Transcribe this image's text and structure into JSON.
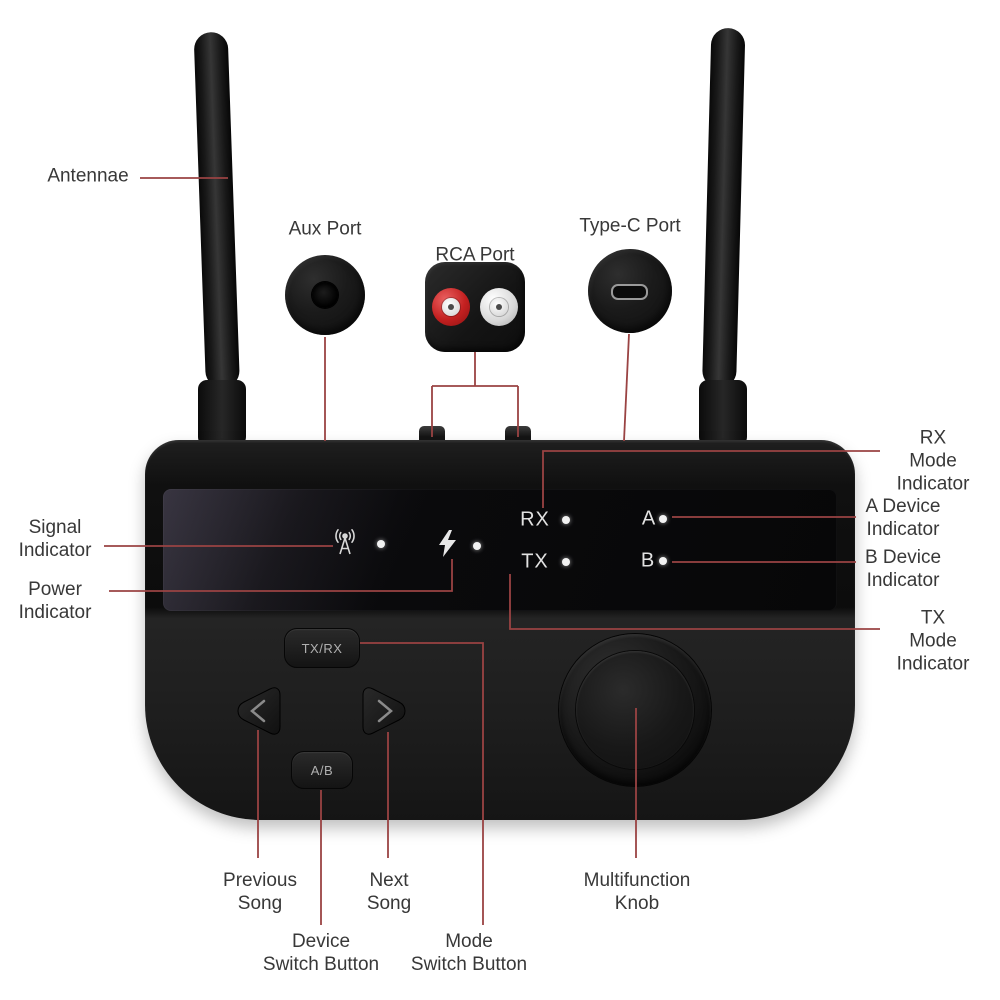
{
  "style": {
    "background_color": "#ffffff",
    "callout_line_color": "#9a4343",
    "label_text_color": "#383838",
    "device_color": "#141414",
    "led_color": "#f2f2f2",
    "rca_left_jack_color": "#c62828",
    "rca_right_jack_color": "#e0e0e0"
  },
  "callouts": {
    "antennae": "Antennae",
    "aux_port": "Aux Port",
    "rca_port": "RCA Port",
    "type_c_port": "Type-C Port",
    "rx_mode_indicator": "RX Mode\nIndicator",
    "a_device_indicator": "A Device\nIndicator",
    "b_device_indicator": "B Device\nIndicator",
    "tx_mode_indicator": "TX Mode\nIndicator",
    "signal_indicator": "Signal\nIndicator",
    "power_indicator": "Power\nIndicator",
    "previous_song": "Previous\nSong",
    "next_song": "Next\nSong",
    "device_switch_button": "Device\nSwitch Button",
    "mode_switch_button": "Mode\nSwitch Button",
    "multifunction_knob": "Multifunction\nKnob"
  },
  "device": {
    "display": {
      "rx_label": "RX",
      "tx_label": "TX",
      "a_label": "A",
      "b_label": "B"
    },
    "buttons": {
      "mode_switch_label": "TX/RX",
      "device_switch_label": "A/B"
    },
    "icons": {
      "signal": "broadcast-antenna-icon",
      "power": "lightning-bolt-icon",
      "previous": "left-arrow-icon",
      "next": "right-arrow-icon"
    }
  }
}
